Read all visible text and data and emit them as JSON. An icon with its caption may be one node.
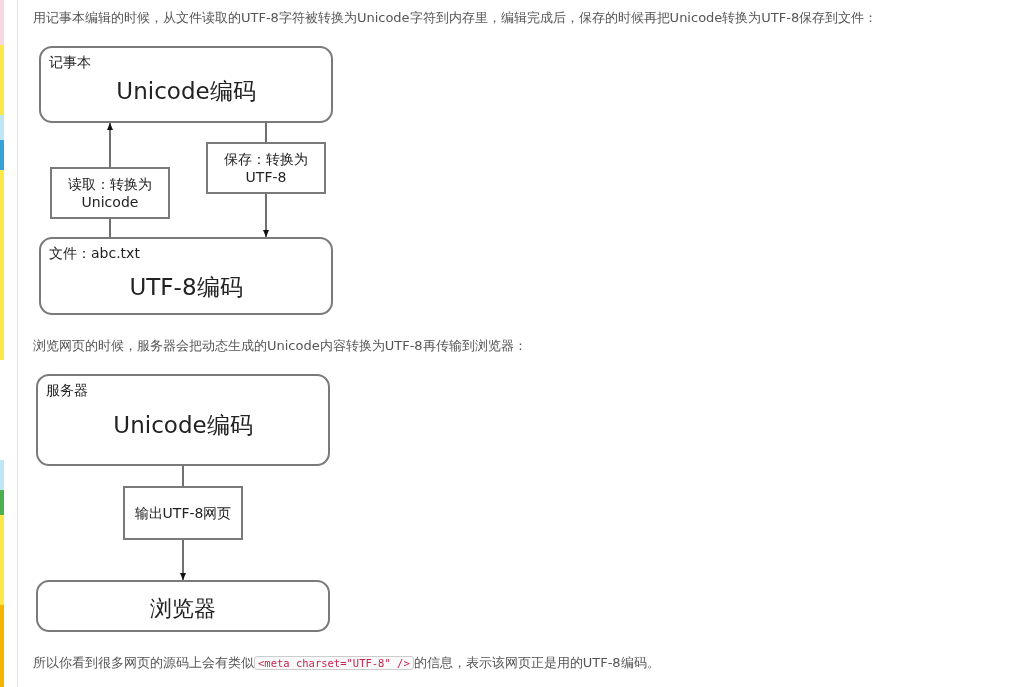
{
  "diagram": {
    "nodes": [
      {
        "text": [
          "记事本",
          "Unicode编码"
        ]
      },
      {
        "text": [
          "读取：转换为 Unicode"
        ]
      },
      {
        "text": [
          "保存：转换为 UTF-8"
        ]
      },
      {
        "text": [
          "文件：abc.txt",
          "UTF-8编码"
        ]
      },
      {
        "text": [
          "服务器",
          "Unicode编码"
        ]
      },
      {
        "text": [
          "输出UTF-8网页"
        ]
      },
      {
        "text": [
          "浏览器"
        ]
      }
    ],
    "edges": [
      {
        "from": 3,
        "to": 1,
        "arrow": "none"
      },
      {
        "from": 1,
        "to": 0,
        "arrow": "to"
      },
      {
        "from": 0,
        "to": 2,
        "arrow": "none"
      },
      {
        "from": 2,
        "to": 3,
        "arrow": "to"
      },
      {
        "from": 4,
        "to": 5,
        "arrow": "none"
      },
      {
        "from": 5,
        "to": 6,
        "arrow": "to"
      }
    ],
    "labels": [
      "用记事本编辑的时候，从文件读取的UTF-8字符被转换为Unicode字符到内存里，编辑完成后，保存的时候再把Unicode转换为UTF-8保存到文件：",
      "浏览网页的时候，服务器会把动态生成的Unicode内容转换为UTF-8再传输到浏览器：",
      "所以你看到很多网页的源码上会有类似",
      "<meta charset=\"UTF-8\" />",
      "的信息，表示该网页正是用的UTF-8编码。"
    ]
  }
}
